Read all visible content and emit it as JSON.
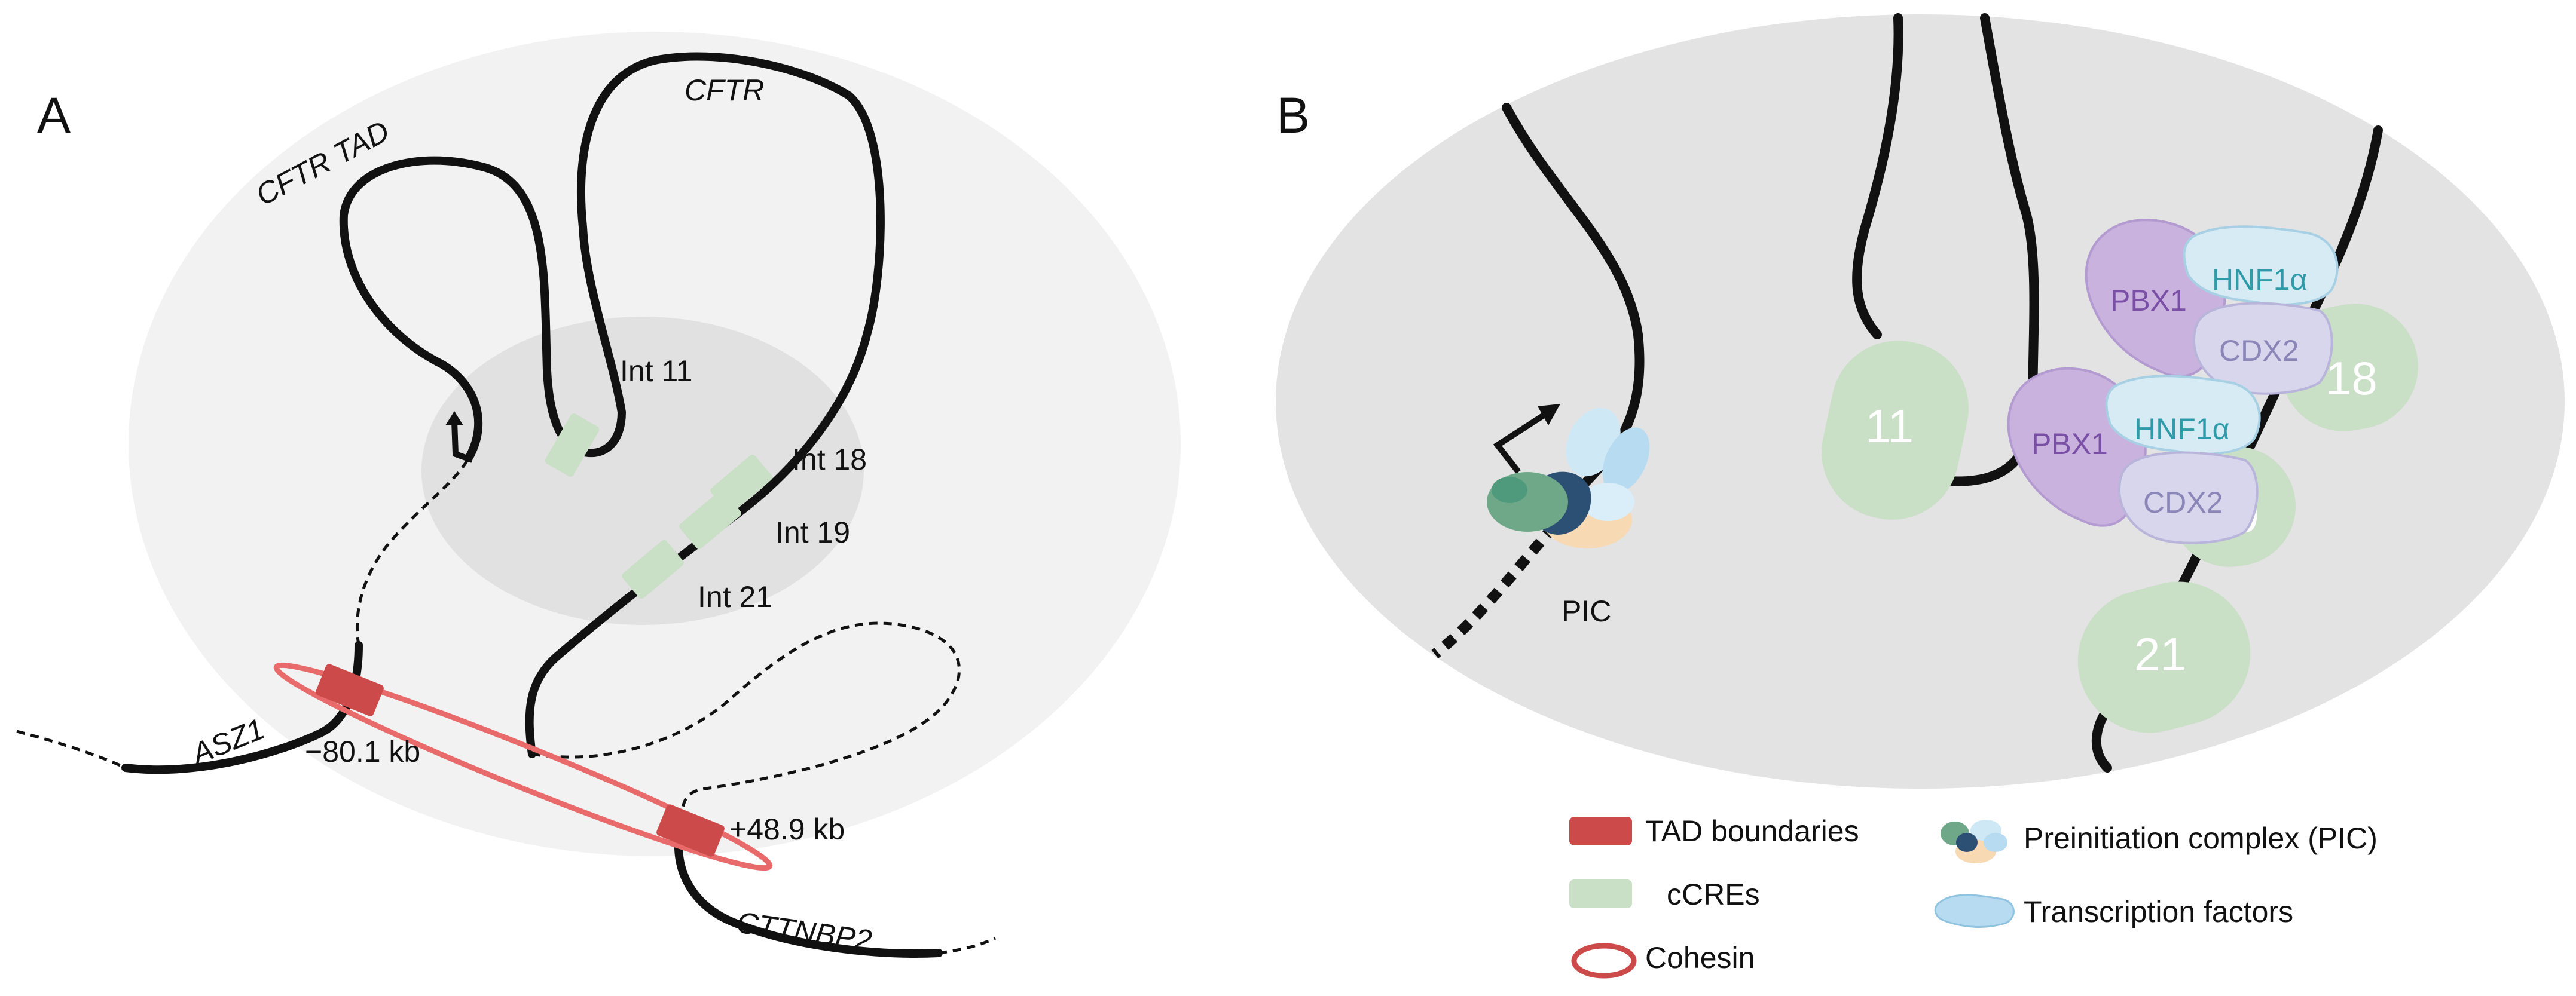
{
  "colors": {
    "tad_boundary": "#cd4a4a",
    "ccre": "#c9dfc6",
    "cohesin": "#e86a6a",
    "chromatin": "#111111",
    "nucleus_a_outer": "#f2f2f2",
    "nucleus_a_inner": "#e1e1e1",
    "nucleus_b": "#e3e3e3",
    "pbx1": "#c9b2dd",
    "hnf1a": "#d7ebf5",
    "cdx2": "#d8d6ec"
  },
  "panel_a": {
    "letter": "A",
    "labels": {
      "cftr_tad": "CFTR TAD",
      "cftr": "CFTR",
      "asz1": "ASZ1",
      "cttnbp2": "CTTNBP2",
      "int11": "Int 11",
      "int18": "Int 18",
      "int19": "Int 19",
      "int21": "Int 21",
      "boundary_left": "−80.1 kb",
      "boundary_right": "+48.9 kb"
    }
  },
  "panel_b": {
    "letter": "B",
    "ccres": [
      "11",
      "18",
      "19",
      "21"
    ],
    "tf_upper": {
      "pbx1": "PBX1",
      "hnf1a": "HNF1α",
      "cdx2": "CDX2"
    },
    "tf_lower": {
      "pbx1": "PBX1",
      "hnf1a": "HNF1α",
      "cdx2": "CDX2"
    },
    "pic_label": "PIC"
  },
  "legend": {
    "items": [
      {
        "icon": "tad-boundary-swatch",
        "label": "TAD boundaries"
      },
      {
        "icon": "ccre-swatch",
        "label": "cCREs"
      },
      {
        "icon": "cohesin-ring-icon",
        "label": "Cohesin"
      },
      {
        "icon": "pic-icon",
        "label": "Preinitiation complex (PIC)"
      },
      {
        "icon": "transcription-factor-icon",
        "label": "Transcription factors"
      }
    ]
  }
}
